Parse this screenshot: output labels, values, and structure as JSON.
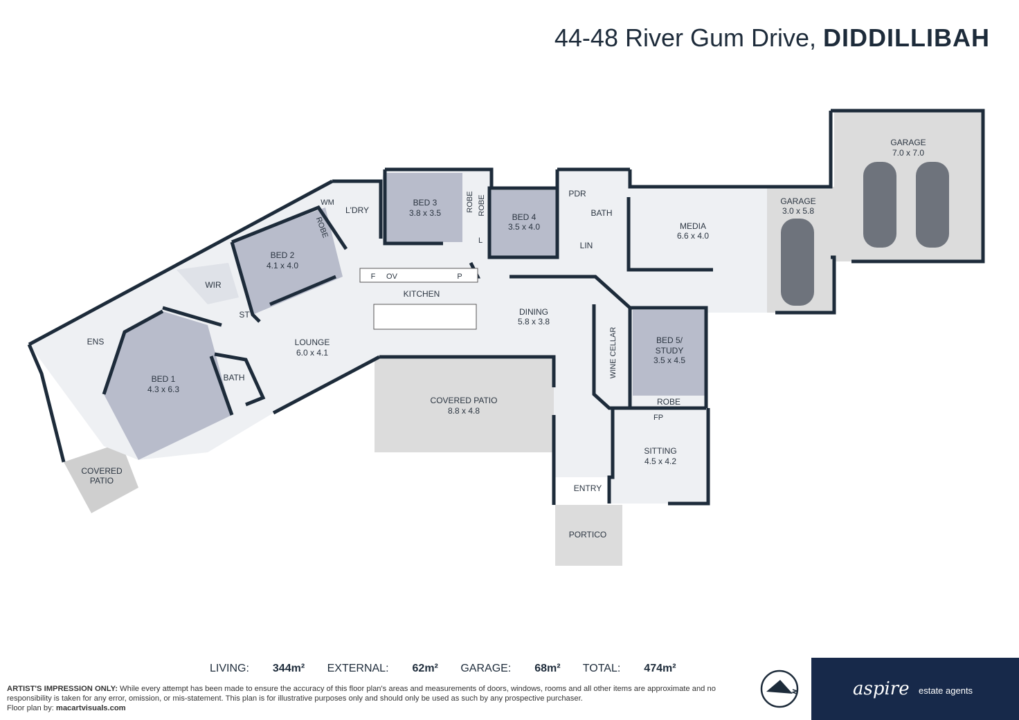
{
  "header": {
    "address": "44-48 River Gum Drive,",
    "suburb": "DIDDILLIBAH"
  },
  "rooms": {
    "garage_double": {
      "name": "GARAGE",
      "size": "7.0 x 7.0"
    },
    "garage_single": {
      "name": "GARAGE",
      "size": "3.0 x 5.8"
    },
    "media": {
      "name": "MEDIA",
      "size": "6.6 x 4.0"
    },
    "pdr": "PDR",
    "bath_main": "BATH",
    "lin": "LIN",
    "bed4": {
      "name": "BED 4",
      "size": "3.5 x 4.0"
    },
    "robe_a": "ROBE",
    "robe_b": "ROBE",
    "l": "L",
    "bed3": {
      "name": "BED 3",
      "size": "3.8 x 3.5"
    },
    "laundry": "L'DRY",
    "wm": "WM",
    "robe_bed2": "ROBE",
    "bed2": {
      "name": "BED 2",
      "size": "4.1 x 4.0"
    },
    "wir": "WIR",
    "ens": "ENS",
    "st": "ST",
    "bed1": {
      "name": "BED 1",
      "size": "4.3 x 6.3"
    },
    "bath_bed1": "BATH",
    "lounge": {
      "name": "LOUNGE",
      "size": "6.0 x 4.1"
    },
    "kitchen": "KITCHEN",
    "f": "F",
    "ov": "OV",
    "p": "P",
    "dining": {
      "name": "DINING",
      "size": "5.8 x 3.8"
    },
    "wine_cellar": "WINE CELLAR",
    "bed5_line1": "BED 5/",
    "bed5_line2": "STUDY",
    "bed5_size": "3.5 x 4.5",
    "robe_bed5": "ROBE",
    "fp": "FP",
    "sitting": {
      "name": "SITTING",
      "size": "4.5 x 4.2"
    },
    "covered_patio_main": {
      "name": "COVERED PATIO",
      "size": "8.8 x 4.8"
    },
    "covered_patio_small_1": "COVERED",
    "covered_patio_small_2": "PATIO",
    "entry": "ENTRY",
    "portico": "PORTICO"
  },
  "stats": {
    "living_label": "LIVING:",
    "living_value": "344m²",
    "external_label": "EXTERNAL:",
    "external_value": "62m²",
    "garage_label": "GARAGE:",
    "garage_value": "68m²",
    "total_label": "TOTAL:",
    "total_value": "474m²"
  },
  "disclaimer": {
    "heading": "ARTIST'S IMPRESSION ONLY:",
    "text": "While every attempt has been made to ensure the accuracy of this floor plan's areas and measurements of doors, windows, rooms and all other items are approximate and no responsibility is taken for any error, omission, or mis-statement. This plan is for illustrative purposes only and should only be used as such by any prospective purchaser.",
    "credit_label": "Floor plan by:",
    "credit_value": "macartvisuals.com"
  },
  "brand": {
    "logo": "aspire",
    "tagline": "estate agents"
  },
  "colors": {
    "wall": "#1d2b3a",
    "bedroom_fill": "#b8bccb",
    "floor_fill": "#eef0f3",
    "outdoor_fill": "#dcdcdc",
    "brand_bg": "#17294a"
  }
}
